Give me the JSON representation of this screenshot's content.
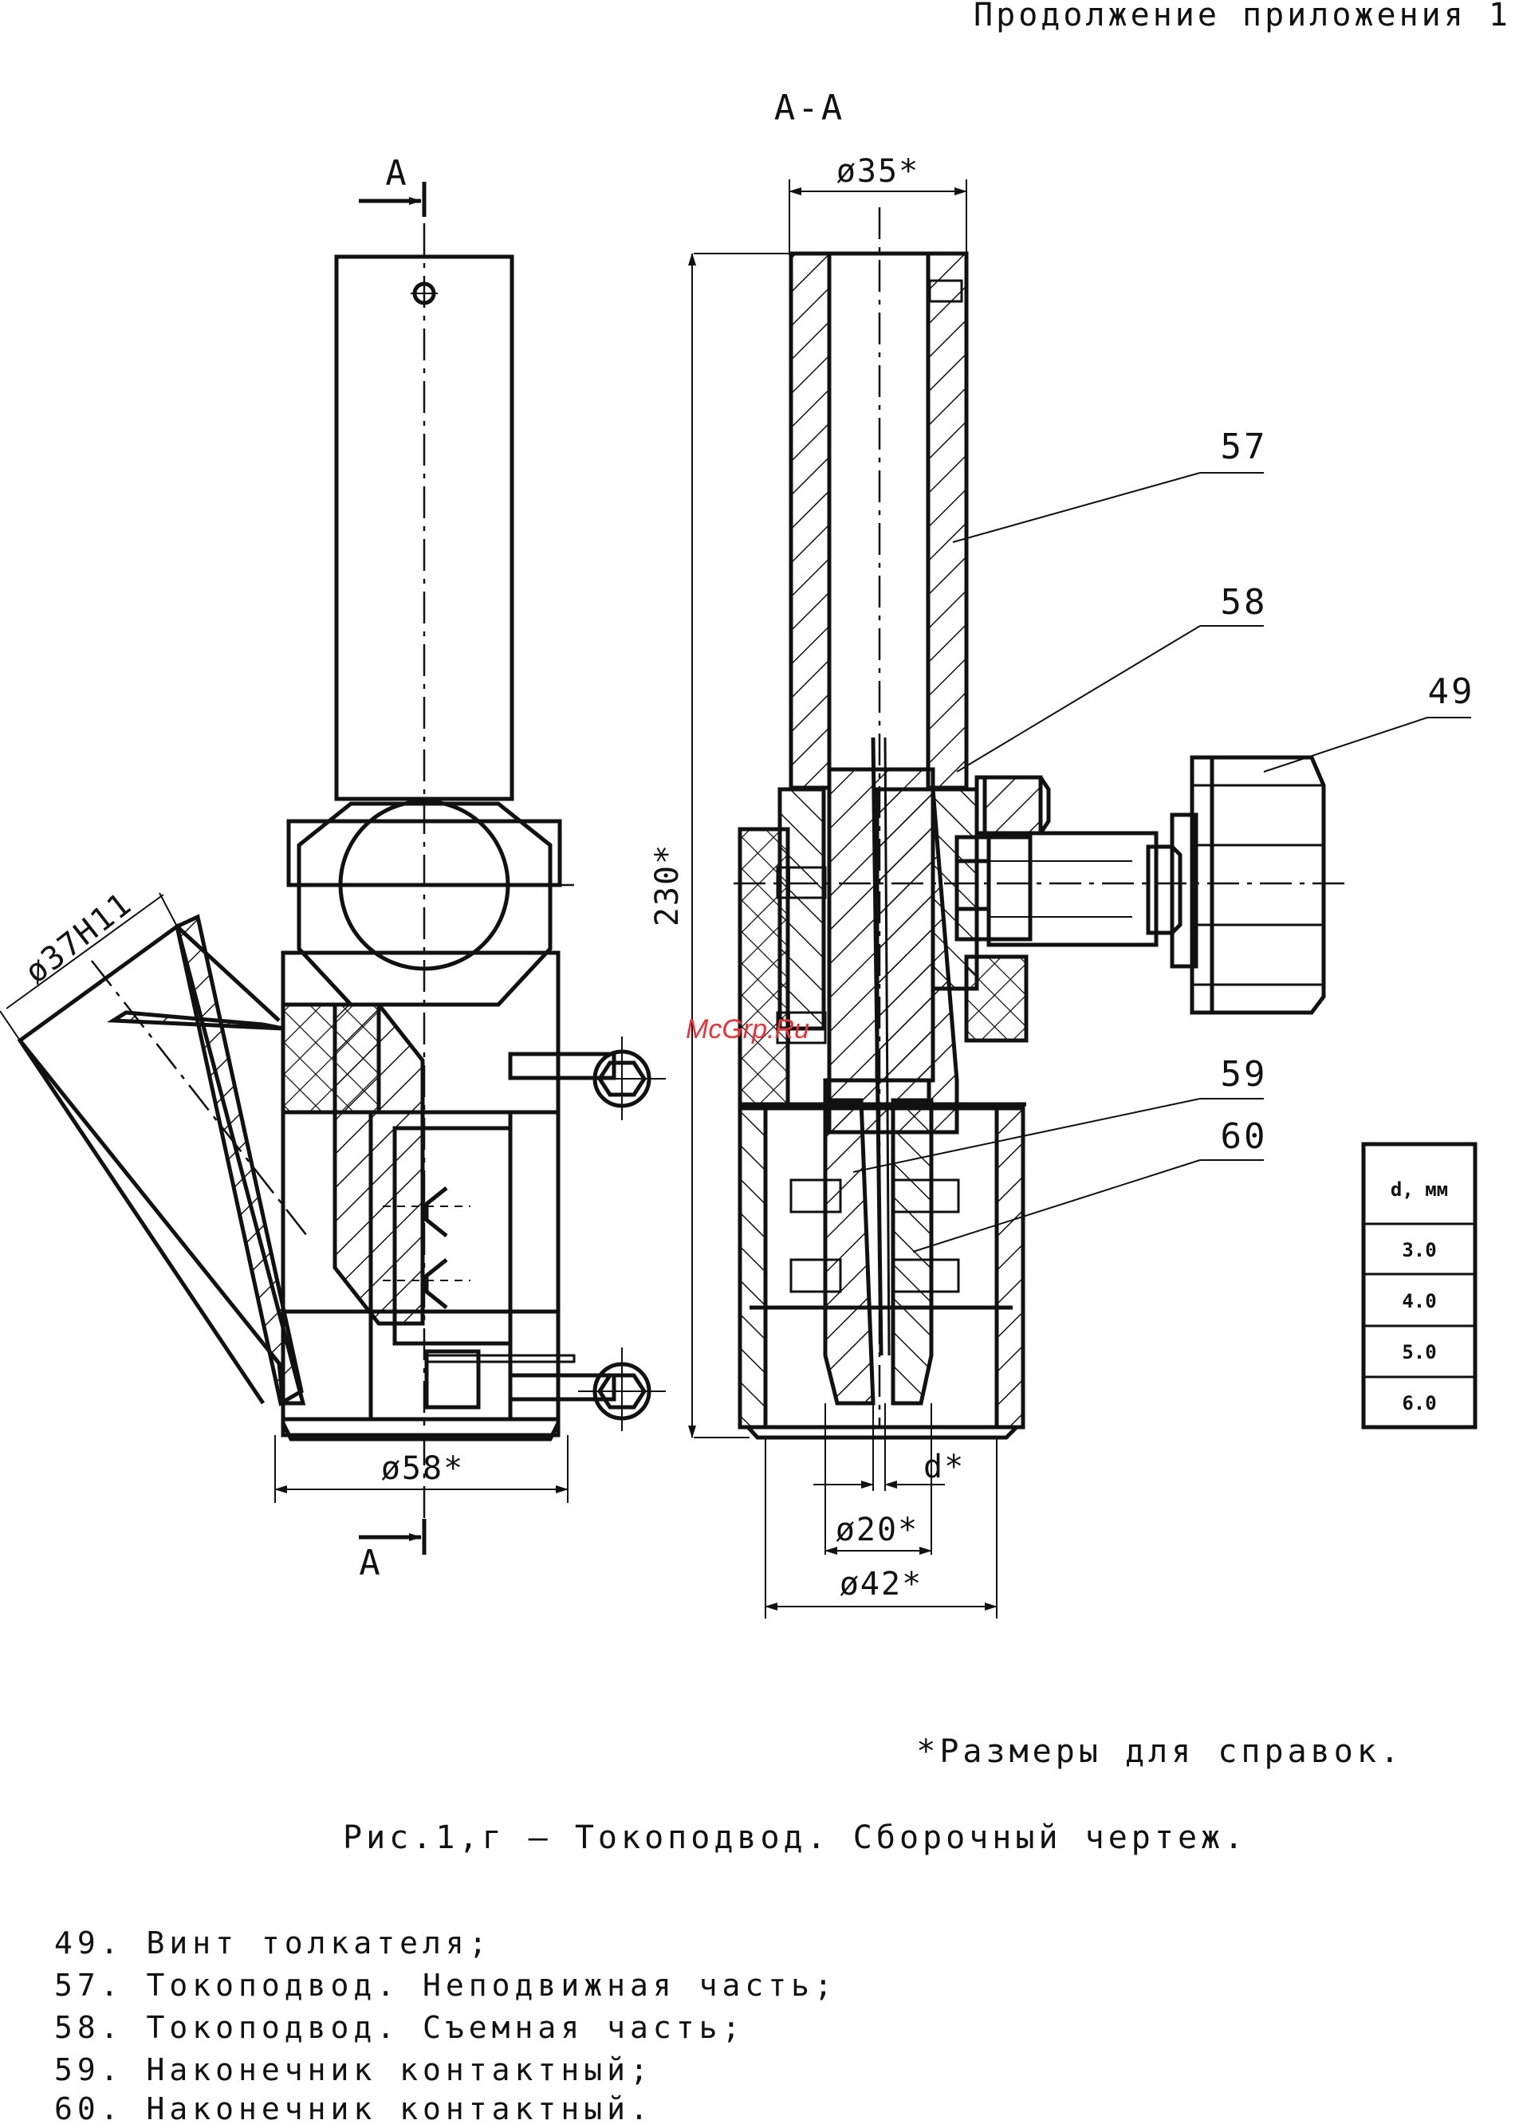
{
  "header": {
    "text": "Продолжение приложения 1"
  },
  "section_label": "А-А",
  "cut_marks": {
    "top": "А",
    "bottom": "А"
  },
  "dimensions": {
    "d35": "ø35*",
    "d37": "ø37Н11",
    "len230": "230*",
    "d58": "ø58*",
    "d20": "ø20*",
    "d42": "ø42*",
    "d_var": "d*"
  },
  "callouts": [
    "57",
    "58",
    "49",
    "59",
    "60"
  ],
  "watermark": "McGrp.Ru",
  "table": {
    "header": "d, мм",
    "rows": [
      "3.0",
      "4.0",
      "5.0",
      "6.0"
    ]
  },
  "footnote": "*Размеры для справок.",
  "caption": "Рис.1,г – Токоподвод. Сборочный чертеж.",
  "legend": [
    "49. Винт толкателя;",
    "57. Токоподвод. Неподвижная часть;",
    "58. Токоподвод. Съемная часть;",
    "59. Наконечник контактный;",
    "60. Наконечник контактный."
  ]
}
